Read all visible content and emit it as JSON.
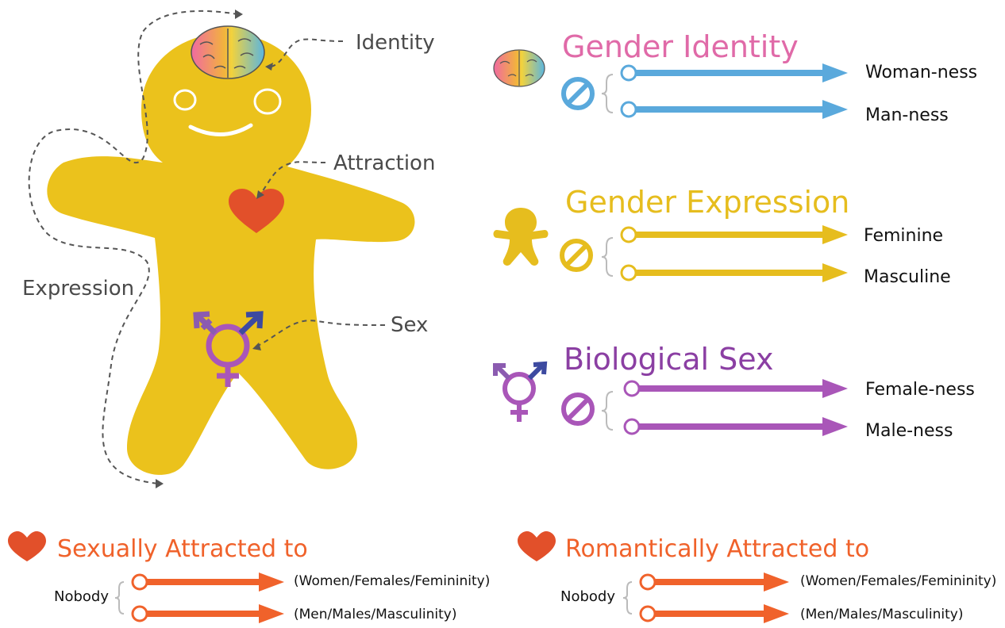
{
  "labels": {
    "identity": "Identity",
    "attraction": "Attraction",
    "expression": "Expression",
    "sex": "Sex"
  },
  "spectra": [
    {
      "title": "Gender Identity",
      "color": "#5aa9dc",
      "title_color": "#e06aa8",
      "icon": "brain-icon",
      "ends": [
        "Woman-ness",
        "Man-ness"
      ]
    },
    {
      "title": "Gender Expression",
      "color": "#e6bd1e",
      "title_color": "#e6bd1e",
      "icon": "gingerbread-icon",
      "ends": [
        "Feminine",
        "Masculine"
      ]
    },
    {
      "title": "Biological Sex",
      "color": "#a956b8",
      "title_color": "#8b3fa3",
      "icon": "transgender-symbol-icon",
      "ends": [
        "Female-ness",
        "Male-ness"
      ]
    }
  ],
  "attraction": [
    {
      "title": "Sexually Attracted to",
      "color": "#f0622b",
      "icon": "heart-icon",
      "start": "Nobody",
      "ends": [
        "(Women/Females/Femininity)",
        "(Men/Males/Masculinity)"
      ]
    },
    {
      "title": "Romantically Attracted to",
      "color": "#f0622b",
      "icon": "heart-icon",
      "start": "Nobody",
      "ends": [
        "(Women/Females/Femininity)",
        "(Men/Males/Masculinity)"
      ]
    }
  ],
  "colors": {
    "body": "#ebc21c",
    "dash": "#555555",
    "heart": "#e2502a",
    "sex_symbol_top": "#3d4aa0",
    "sex_symbol_bottom": "#a956b8"
  }
}
